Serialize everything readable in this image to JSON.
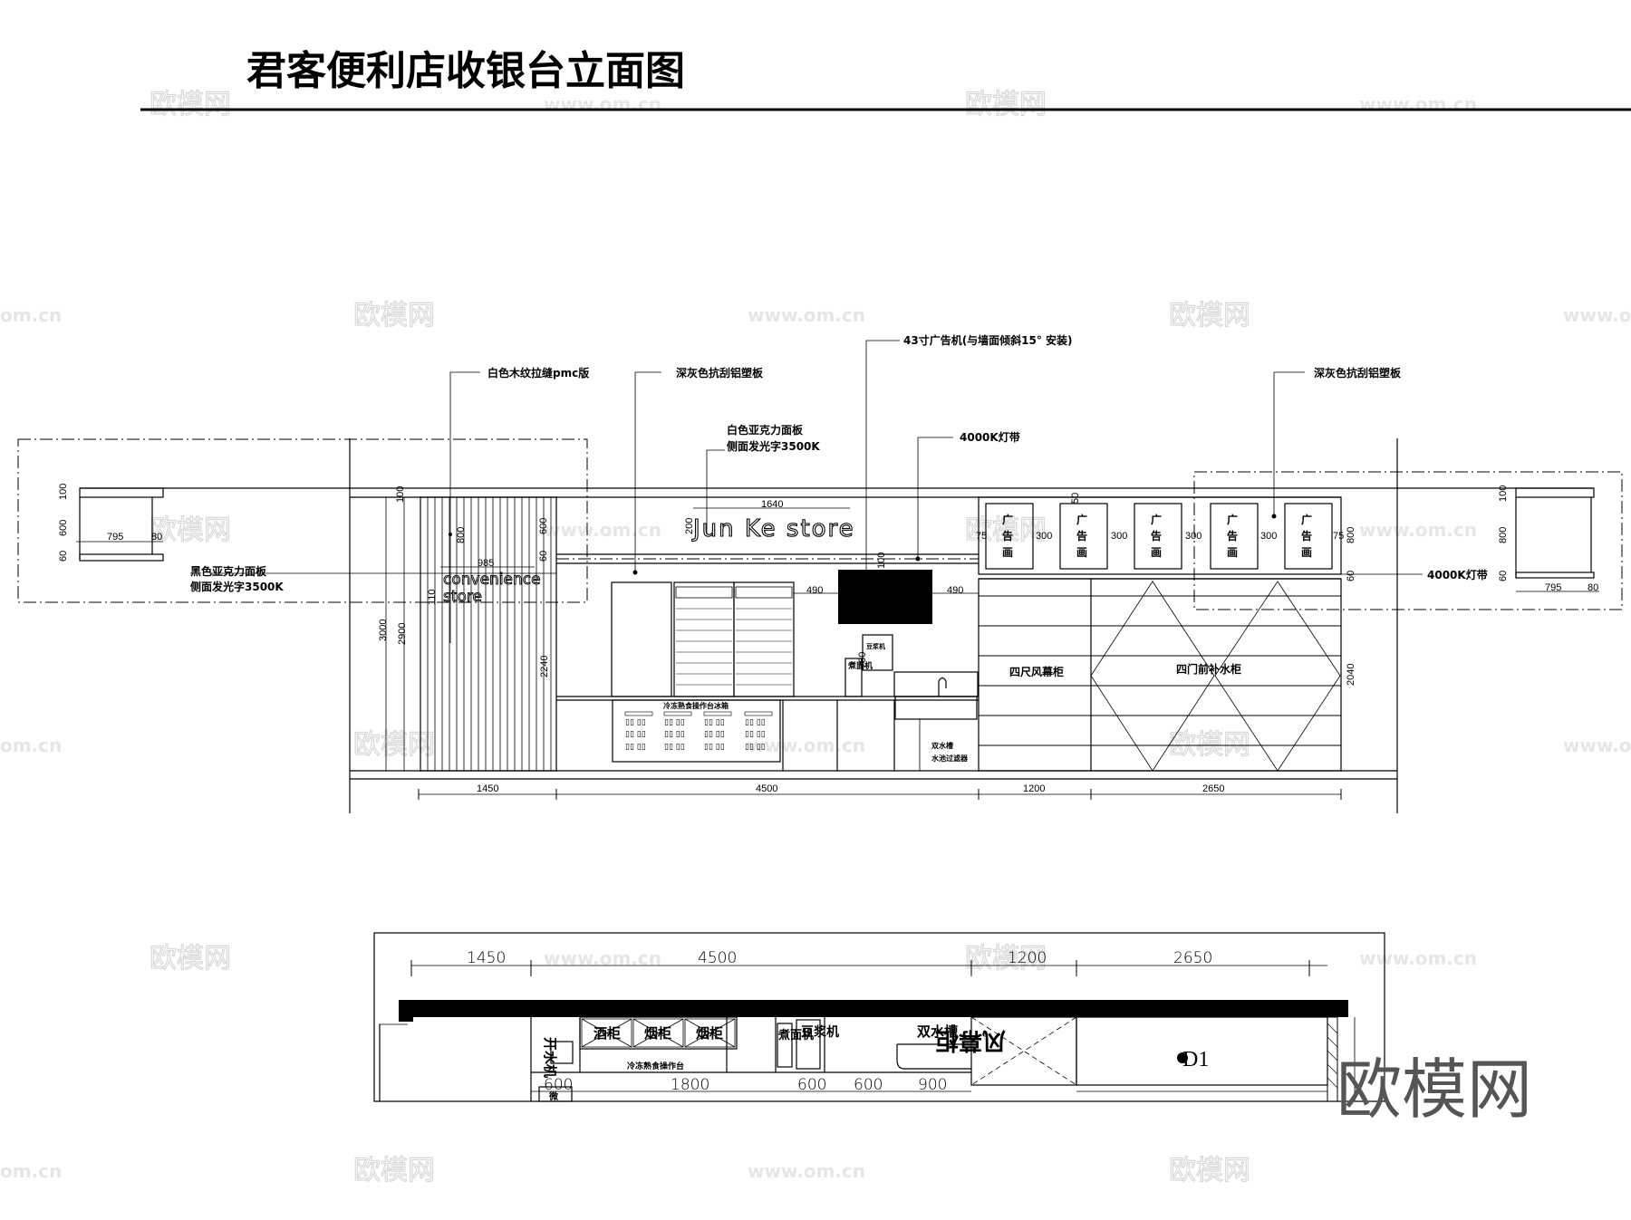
{
  "title": "君客便利店收银台立面图",
  "elevation": {
    "callouts": {
      "wood_panel": "白色木纹拉缝pmc版",
      "gray_panel_left": "深灰色抗刮铝塑板",
      "white_acrylic_line1": "白色亚克力面板",
      "white_acrylic_line2": "侧面发光字3500K",
      "ad_machine": "43寸广告机(与墙面倾斜15° 安装)",
      "led_strip_top": "4000K灯带",
      "gray_panel_right": "深灰色抗刮铝塑板",
      "black_acrylic_line1": "黑色亚克力面板",
      "black_acrylic_line2": "侧面发光字3500K",
      "led_strip_right": "4000K灯带"
    },
    "signage": {
      "store_name": "Jun Ke store",
      "convenience_line1": "convenience",
      "convenience_line2": "store"
    },
    "ad_panel_label": [
      "广",
      "告",
      "画"
    ],
    "equipment": {
      "freezer_counter": "冷冻熟食操作台冰箱",
      "soy_milk": "豆浆机",
      "noodle_machine": "煮面机",
      "sink_line1": "双水槽",
      "sink_line2": "水池过滤器",
      "air_curtain": "四尺风幕柜",
      "four_door_fridge": "四门前补水柜"
    },
    "dimensions": {
      "left_box_100": "100",
      "left_box_600": "600",
      "left_box_60": "60",
      "left_box_795": "795",
      "left_box_80": "80",
      "wall_100": "100",
      "wall_800": "800",
      "wall_600": "600",
      "wall_60": "60",
      "conv_width": "985",
      "conv_height": "110",
      "h3000": "3000",
      "h2900": "2900",
      "h2240": "2240",
      "sign_width": "1640",
      "sign_height": "200",
      "tv_top": "100",
      "tv_left": "490",
      "tv_right": "490",
      "h760": "760",
      "ad_75_left": "75",
      "ad_gap": "300",
      "ad_75_right": "75",
      "ad_50": "50",
      "right_800": "800",
      "right_60": "60",
      "right_box_100": "100",
      "right_box_800": "800",
      "right_box_60": "60",
      "right_box_795": "795",
      "right_box_80": "80",
      "h2040": "2040"
    },
    "bottom_dims": [
      "1450",
      "4500",
      "1200",
      "2650"
    ]
  },
  "plan": {
    "top_dims": [
      "1450",
      "4500",
      "1200",
      "2650"
    ],
    "bottom_dims": [
      "600",
      "1800",
      "600",
      "600",
      "900"
    ],
    "labels": {
      "water_machine": "开水机",
      "wine_cabinet": "酒柜",
      "cigarette_cabinet_1": "烟柜",
      "cigarette_cabinet_2": "烟柜",
      "deli_counter": "冷冻熟食操作台",
      "noodle_machine": "煮面机",
      "soy_milk": "豆浆机",
      "double_sink": "双水槽",
      "air_curtain": "风幕柜",
      "marker": "D1",
      "small_label": "微"
    }
  },
  "watermarks": {
    "brand": "欧模网",
    "url": "www.om.cn",
    "url_short": "om.cn"
  }
}
